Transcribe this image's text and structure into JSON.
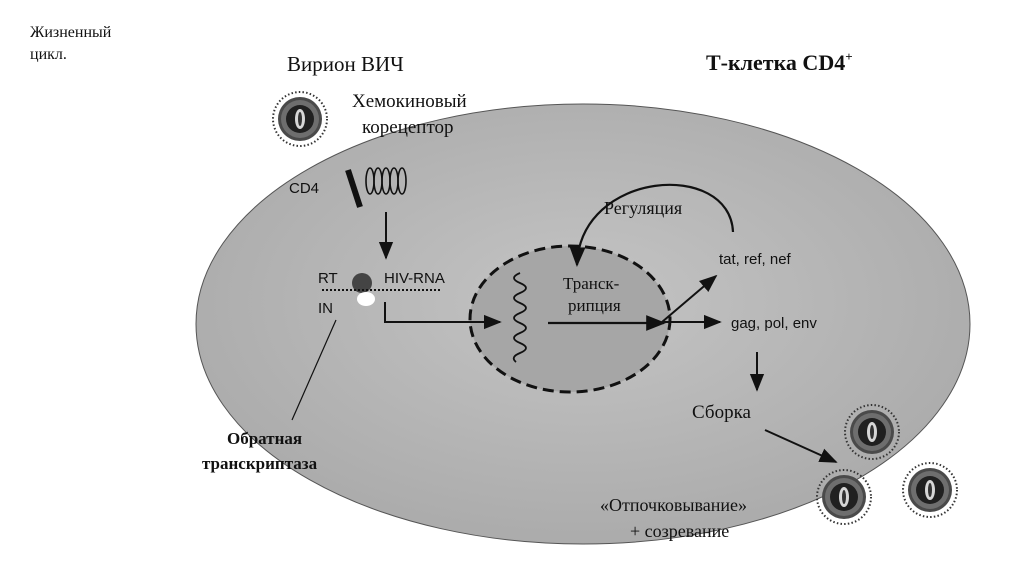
{
  "slide": {
    "title_lines": [
      "Жизненный",
      "цикл."
    ]
  },
  "diagram": {
    "cell_label": "Т-клетка CD4",
    "cell_label_sup": "+",
    "virion_label": "Вирион ВИЧ",
    "chemokine_line1": "Хемокиновый",
    "chemokine_line2": "корецептор",
    "cd4_label": "CD4",
    "rt_label": "RT",
    "hiv_rna_label": "HIV-RNA",
    "in_label": "IN",
    "transcription_line1": "Транск-",
    "transcription_line2": "рипция",
    "regulation_label": "Регуляция",
    "regulatory_genes": "tat, ref, nef",
    "structural_genes": "gag, pol, env",
    "assembly_label": "Сборка",
    "rt_enzyme_line1": "Обратная",
    "rt_enzyme_line2": "транскриптаза",
    "budding_line1": "«Отпочковывание»",
    "budding_line2": "+ созревание"
  },
  "colors": {
    "cell_fill": "#b9b9b9",
    "nucleus_fill": "#a6a6a6",
    "stroke": "#111111"
  },
  "icons": [
    "virion-icon",
    "chemokine-receptor-icon",
    "cd4-receptor-icon",
    "rna-coil-icon"
  ]
}
